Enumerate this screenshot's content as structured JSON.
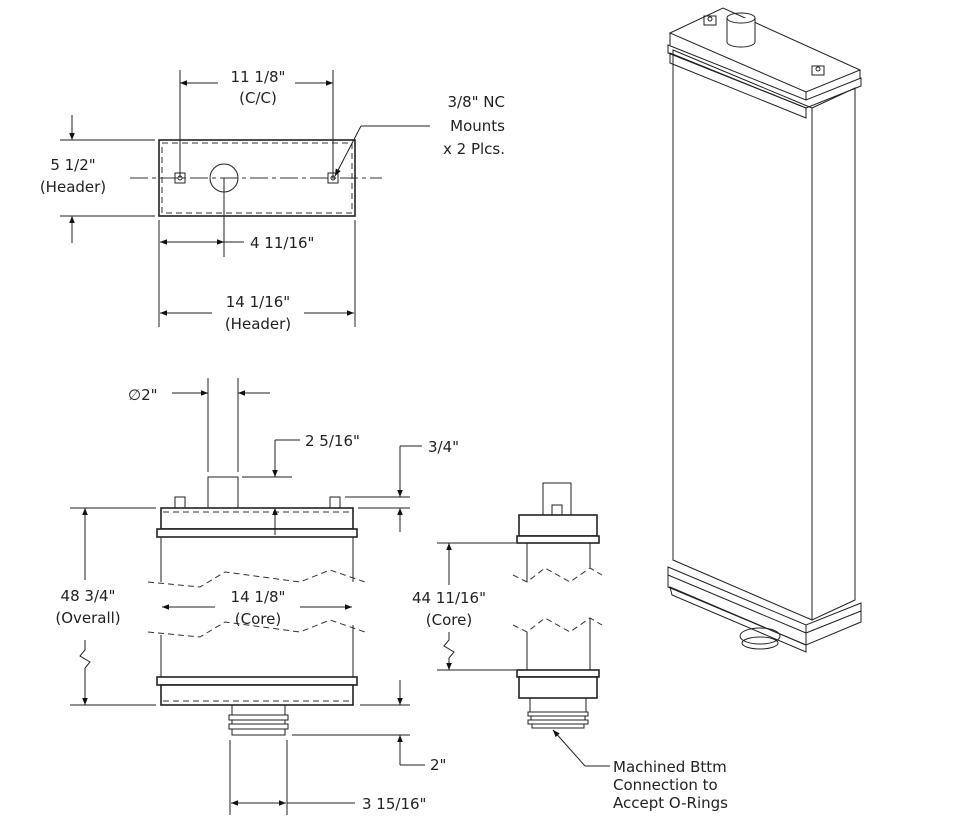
{
  "drawing": {
    "top_view": {
      "cc_value": "11 1/8\"",
      "cc_note": "(C/C)",
      "header_height_value": "5 1/2\"",
      "header_height_note": "(Header)",
      "filler_offset_value": "4 11/16\"",
      "header_width_value": "14 1/16\"",
      "header_width_note": "(Header)",
      "mount_note": [
        "3/8\" NC",
        "Mounts",
        "x 2 Plcs."
      ]
    },
    "front_view": {
      "neck_diameter_value": "∅2\"",
      "neck_height_value": "2 5/16\"",
      "mount_height_value": "3/4\"",
      "overall_height_value": "48 3/4\"",
      "overall_height_note": "(Overall)",
      "core_width_value": "14 1/8\"",
      "core_width_note": "(Core)",
      "bottom_connection_height_value": "2\"",
      "bottom_connection_width_value": "3 15/16\""
    },
    "side_view": {
      "core_height_value": "44 11/16\"",
      "core_height_note": "(Core)",
      "connection_note": [
        "Machined Bttm",
        "Connection to",
        "Accept O-Rings"
      ]
    }
  }
}
